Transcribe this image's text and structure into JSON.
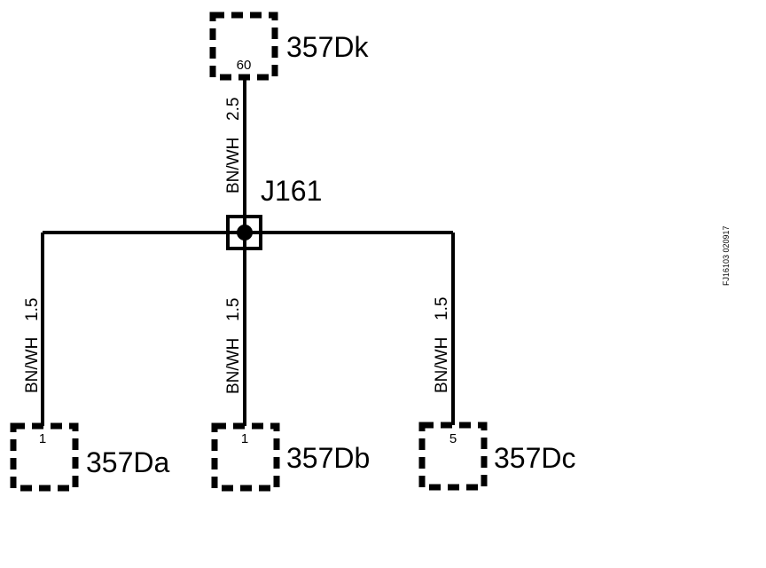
{
  "connectors": {
    "top": {
      "name": "357Dk",
      "pin": "60"
    },
    "left": {
      "name": "357Da",
      "pin": "1"
    },
    "middle": {
      "name": "357Db",
      "pin": "1"
    },
    "right": {
      "name": "357Dc",
      "pin": "5"
    }
  },
  "splice": {
    "name": "J161"
  },
  "wires": {
    "top": {
      "color": "BN/WH",
      "size": "2.5"
    },
    "left": {
      "color": "BN/WH",
      "size": "1.5"
    },
    "middle": {
      "color": "BN/WH",
      "size": "1.5"
    },
    "right": {
      "color": "BN/WH",
      "size": "1.5"
    }
  },
  "reference_code": "FJ16103 020917"
}
